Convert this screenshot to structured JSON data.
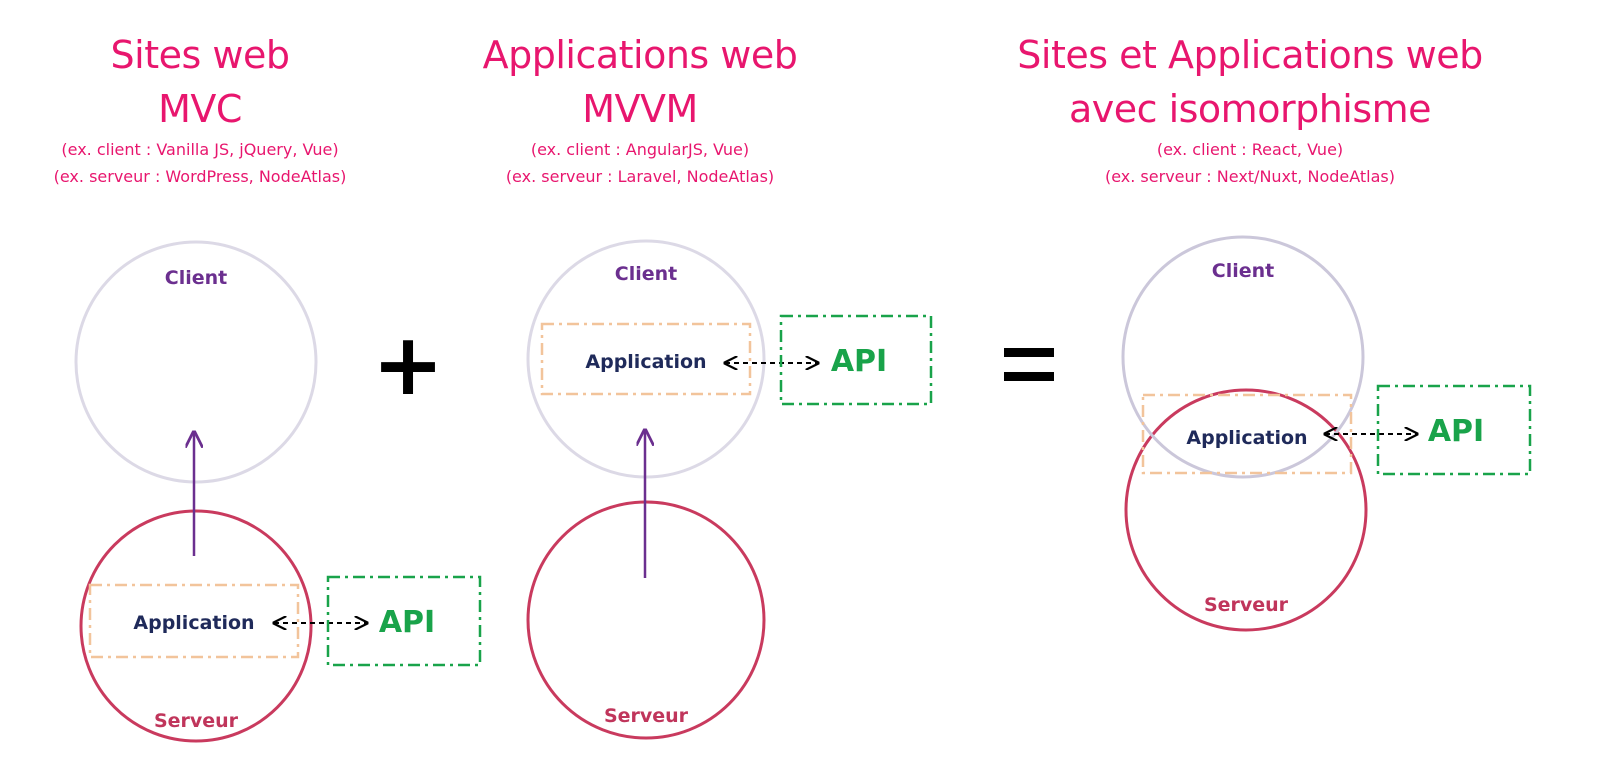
{
  "colors": {
    "heading": "#e8166e",
    "client_circle": "#dcd9e6",
    "server_circle": "#c93a5e",
    "client_label": "#6b2f8f",
    "server_label": "#c0355b",
    "application_box": "#f2c49b",
    "application_label": "#1f2a5a",
    "api_box": "#19a34a",
    "api_label": "#19a34a",
    "flow_arrow": "#6b2f8f",
    "operator": "#000000"
  },
  "columns": [
    {
      "title_line1": "Sites web",
      "title_line2": "MVC",
      "example_client": "(ex. client : Vanilla JS, jQuery, Vue)",
      "example_server": "(ex. serveur : WordPress, NodeAtlas)"
    },
    {
      "title_line1": "Applications web",
      "title_line2": "MVVM",
      "example_client": "(ex. client : AngularJS, Vue)",
      "example_server": "(ex. serveur : Laravel, NodeAtlas)"
    },
    {
      "title_line1": "Sites et Applications web",
      "title_line2": "avec isomorphisme",
      "example_client": "(ex. client : React, Vue)",
      "example_server": "(ex. serveur : Next/Nuxt, NodeAtlas)"
    }
  ],
  "labels": {
    "client": "Client",
    "server": "Serveur",
    "application": "Application",
    "api": "API"
  },
  "operators": {
    "plus": "+",
    "equals": "="
  }
}
